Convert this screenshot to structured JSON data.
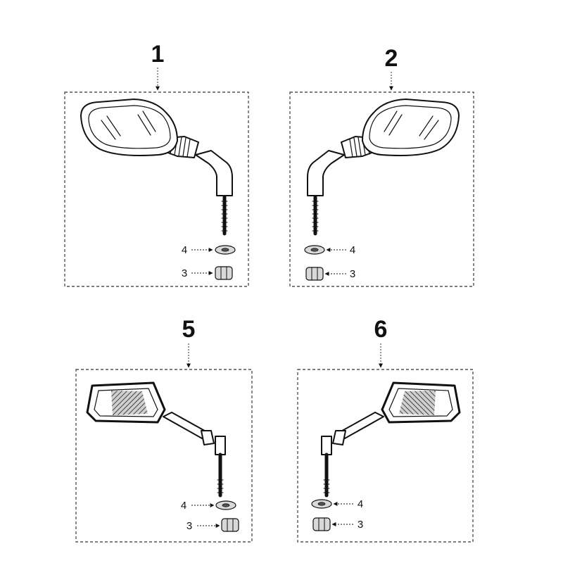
{
  "diagram": {
    "assemblies": [
      {
        "number": "1",
        "parts": [
          {
            "label": "4",
            "name": "washer"
          },
          {
            "label": "3",
            "name": "nut"
          }
        ]
      },
      {
        "number": "2",
        "parts": [
          {
            "label": "4",
            "name": "washer"
          },
          {
            "label": "3",
            "name": "nut"
          }
        ]
      },
      {
        "number": "5",
        "parts": [
          {
            "label": "4",
            "name": "washer"
          },
          {
            "label": "3",
            "name": "nut"
          }
        ]
      },
      {
        "number": "6",
        "parts": [
          {
            "label": "4",
            "name": "washer"
          },
          {
            "label": "3",
            "name": "nut"
          }
        ]
      }
    ]
  }
}
